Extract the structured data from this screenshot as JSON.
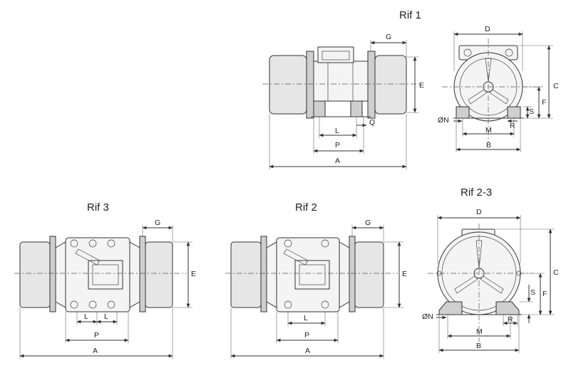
{
  "titles": {
    "rif1": "Rif 1",
    "rif2": "Rif 2",
    "rif3": "Rif 3",
    "rif23": "Rif 2-3"
  },
  "labels": {
    "A": "A",
    "B": "B",
    "C": "C",
    "D": "D",
    "E": "E",
    "F": "F",
    "G": "G",
    "L": "L",
    "M": "M",
    "ON": "ØN",
    "P": "P",
    "Q": "Q",
    "R": "R",
    "S": "S"
  },
  "colors": {
    "line": "#333333",
    "fill": "#e6e6e6",
    "background": "#ffffff"
  }
}
